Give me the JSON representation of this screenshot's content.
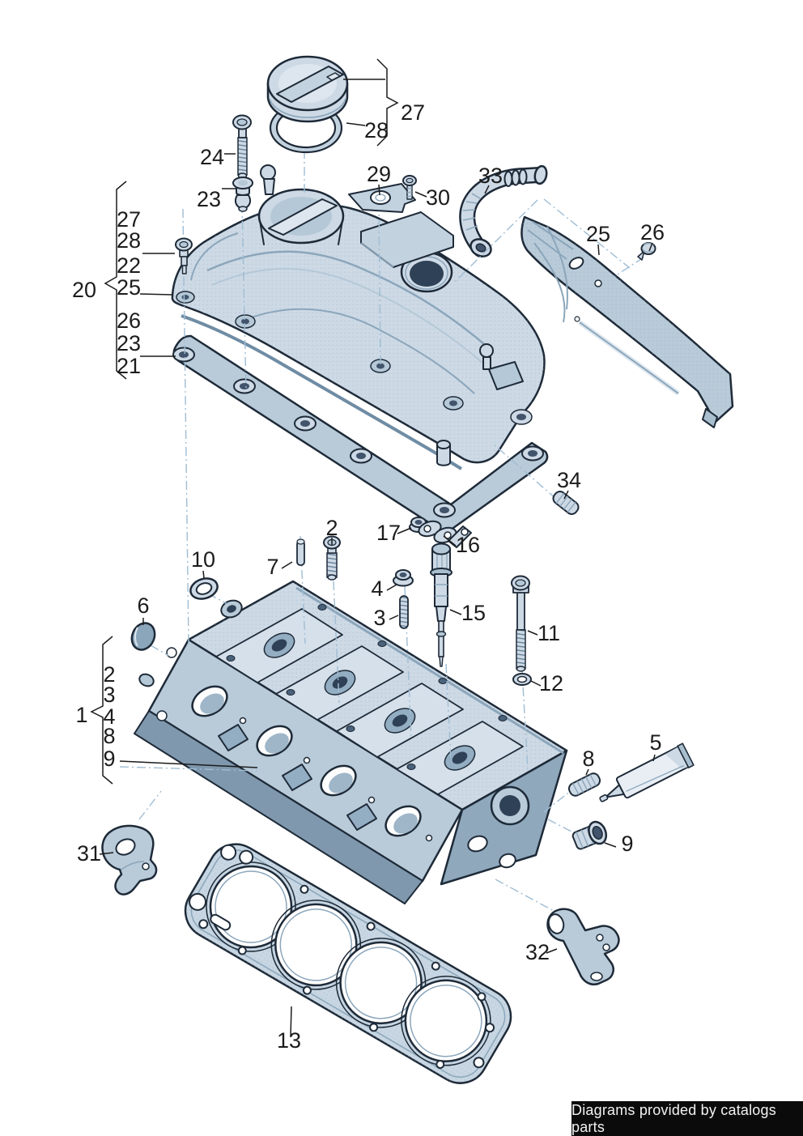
{
  "diagram": {
    "type": "exploded-parts-diagram",
    "subject": "cylinder head with valve cover",
    "labels": {
      "cap_group": "27",
      "seal_ring": "28",
      "bolt_top": "24",
      "grommet_top": "23",
      "bracket_plate": "29",
      "plate_screw": "30",
      "vent_hose": "33",
      "heat_shield": "25",
      "shield_screw": "26",
      "cover_group": "20",
      "cover_group_items": [
        "27",
        "28",
        "22",
        "25",
        "26",
        "23",
        "21"
      ],
      "dowel_sleeve": "34",
      "flange_nut_upper": "17",
      "small_gasket": "16",
      "small_bolt": "2",
      "dowel_pin": "7",
      "cam_seal": "10",
      "flange_nut_lower": "4",
      "stud": "3",
      "injector": "15",
      "head_bolt": "11",
      "seal_washer": "12",
      "sealing_cap": "6",
      "head_group": "1",
      "head_group_items": [
        "2",
        "3",
        "4",
        "8",
        "9"
      ],
      "sealant_tube": "5",
      "stud_right": "8",
      "screw_plug": "9",
      "bracket_left": "31",
      "bracket_right": "32",
      "head_gasket": "13"
    },
    "colors": {
      "outline": "#1e2a38",
      "fill_light": "#cdd9e5",
      "fill_mid": "#a9bfd0",
      "fill_dark": "#8fa8bc",
      "fill_deep": "#41546b",
      "leader_line": "#1c1c1c",
      "construction_line": "#9fbdd4",
      "label_text": "#1c1c1c",
      "background": "#ffffff",
      "footer_bg": "#0b0b0b",
      "footer_text": "#f2f2f2"
    }
  },
  "footer": {
    "text": "Diagrams provided by catalogs parts"
  }
}
